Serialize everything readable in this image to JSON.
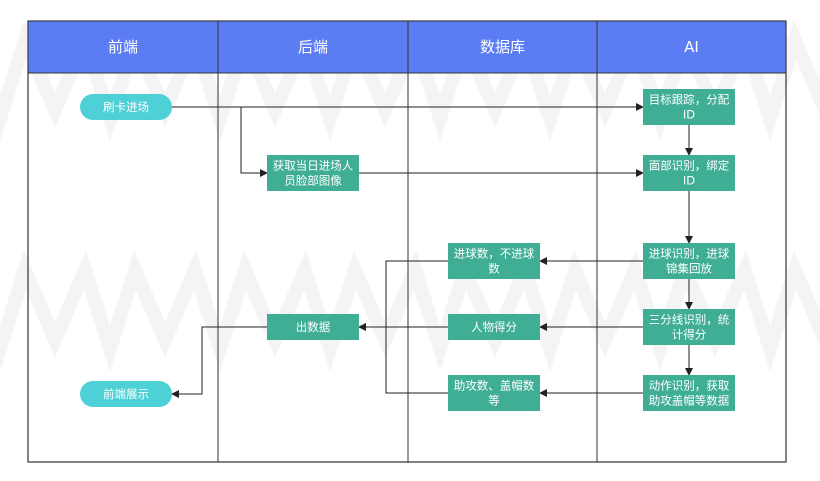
{
  "colors": {
    "header_bg": "#5b7cf3",
    "header_text": "#ffffff",
    "node_fill": "#3fae94",
    "pill_fill": "#4dd0d6",
    "line": "#222222",
    "border": "#333333"
  },
  "lanes": [
    {
      "id": "frontend",
      "label": "前端"
    },
    {
      "id": "backend",
      "label": "后端"
    },
    {
      "id": "database",
      "label": "数据库"
    },
    {
      "id": "ai",
      "label": "AI"
    }
  ],
  "nodes": [
    {
      "id": "n1",
      "shape": "pill",
      "lines": [
        "刷卡进场"
      ]
    },
    {
      "id": "n2",
      "shape": "rect",
      "lines": [
        "目标跟踪，分配",
        "ID"
      ]
    },
    {
      "id": "n3",
      "shape": "rect",
      "lines": [
        "获取当日进场人",
        "员脸部图像"
      ]
    },
    {
      "id": "n4",
      "shape": "rect",
      "lines": [
        "面部识别，绑定",
        "ID"
      ]
    },
    {
      "id": "n5",
      "shape": "rect",
      "lines": [
        "进球识别，进球",
        "锦集回放"
      ]
    },
    {
      "id": "n6",
      "shape": "rect",
      "lines": [
        "进球数，不进球",
        "数"
      ]
    },
    {
      "id": "n7",
      "shape": "rect",
      "lines": [
        "三分线识别，统",
        "计得分"
      ]
    },
    {
      "id": "n8",
      "shape": "rect",
      "lines": [
        "人物得分"
      ]
    },
    {
      "id": "n9",
      "shape": "rect",
      "lines": [
        "出数据"
      ]
    },
    {
      "id": "n10",
      "shape": "rect",
      "lines": [
        "动作识别，获取",
        "助攻盖帽等数据"
      ]
    },
    {
      "id": "n11",
      "shape": "rect",
      "lines": [
        "助攻数、盖帽数",
        "等"
      ]
    },
    {
      "id": "n12",
      "shape": "pill",
      "lines": [
        "前端展示"
      ]
    }
  ],
  "edges": [
    {
      "from": "n1",
      "to": "n2"
    },
    {
      "from": "n1",
      "to": "n3"
    },
    {
      "from": "n2",
      "to": "n4"
    },
    {
      "from": "n3",
      "to": "n4"
    },
    {
      "from": "n4",
      "to": "n5"
    },
    {
      "from": "n5",
      "to": "n6"
    },
    {
      "from": "n5",
      "to": "n7"
    },
    {
      "from": "n7",
      "to": "n8"
    },
    {
      "from": "n7",
      "to": "n10"
    },
    {
      "from": "n10",
      "to": "n11"
    },
    {
      "from": "n6",
      "to": "n9"
    },
    {
      "from": "n8",
      "to": "n9"
    },
    {
      "from": "n11",
      "to": "n9"
    },
    {
      "from": "n9",
      "to": "n12"
    }
  ]
}
